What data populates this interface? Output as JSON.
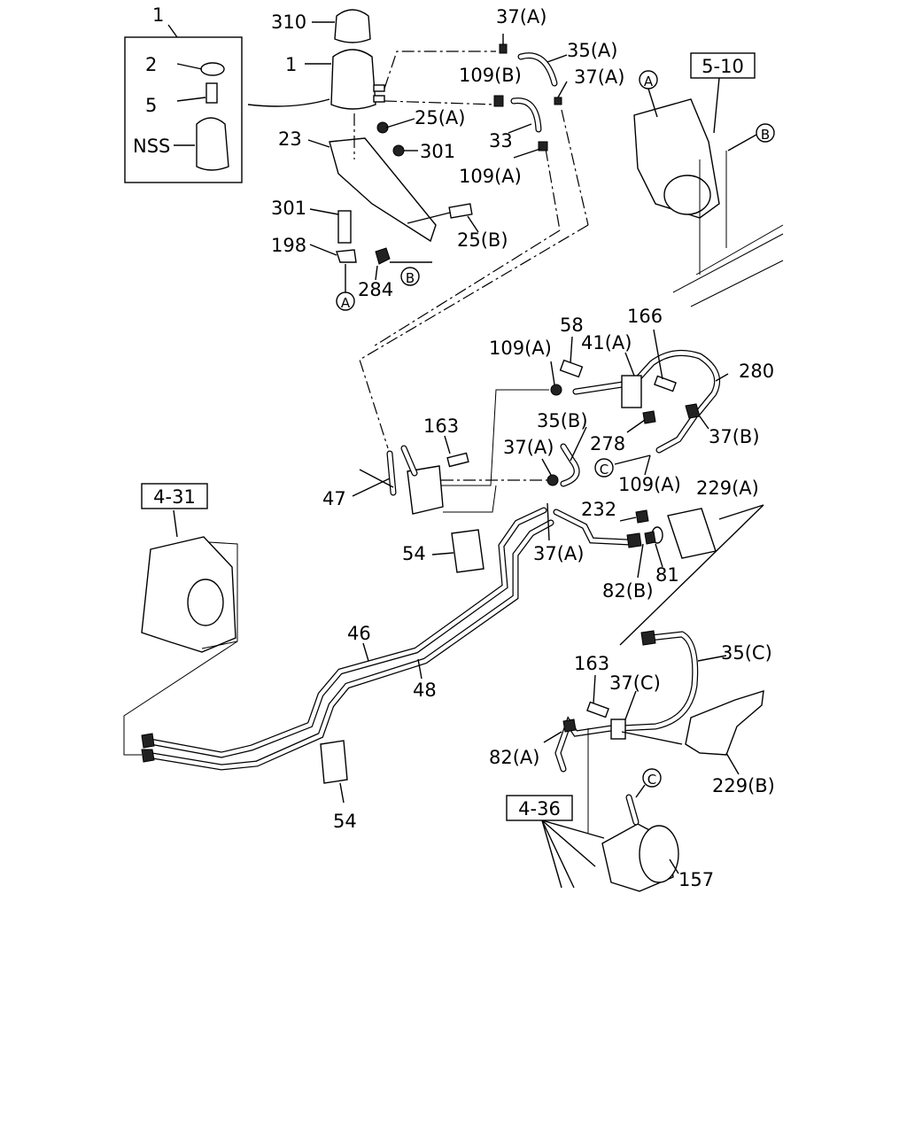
{
  "diagram": {
    "callouts": [
      {
        "id": "c1_top",
        "text": "1"
      },
      {
        "id": "c2",
        "text": "2"
      },
      {
        "id": "c5",
        "text": "5"
      },
      {
        "id": "cnss",
        "text": "NSS"
      },
      {
        "id": "c310",
        "text": "310"
      },
      {
        "id": "c1_res",
        "text": "1"
      },
      {
        "id": "c37a_1",
        "text": "37(A)"
      },
      {
        "id": "c35a",
        "text": "35(A)"
      },
      {
        "id": "c109b",
        "text": "109(B)"
      },
      {
        "id": "c37a_2",
        "text": "37(A)"
      },
      {
        "id": "c25a",
        "text": "25(A)"
      },
      {
        "id": "c23",
        "text": "23"
      },
      {
        "id": "c301_1",
        "text": "301"
      },
      {
        "id": "c33",
        "text": "33"
      },
      {
        "id": "c109a_1",
        "text": "109(A)"
      },
      {
        "id": "c301_2",
        "text": "301"
      },
      {
        "id": "c25b",
        "text": "25(B)"
      },
      {
        "id": "c198",
        "text": "198"
      },
      {
        "id": "c284",
        "text": "284"
      },
      {
        "id": "c58",
        "text": "58"
      },
      {
        "id": "c166",
        "text": "166"
      },
      {
        "id": "c109a_2",
        "text": "109(A)"
      },
      {
        "id": "c41a",
        "text": "41(A)"
      },
      {
        "id": "c280",
        "text": "280"
      },
      {
        "id": "c35b",
        "text": "35(B)"
      },
      {
        "id": "c278",
        "text": "278"
      },
      {
        "id": "c37b",
        "text": "37(B)"
      },
      {
        "id": "c163_1",
        "text": "163"
      },
      {
        "id": "c37a_3",
        "text": "37(A)"
      },
      {
        "id": "c109a_3",
        "text": "109(A)"
      },
      {
        "id": "c229a",
        "text": "229(A)"
      },
      {
        "id": "c47",
        "text": "47"
      },
      {
        "id": "c232",
        "text": "232"
      },
      {
        "id": "c54_1",
        "text": "54"
      },
      {
        "id": "c37a_4",
        "text": "37(A)"
      },
      {
        "id": "c82b",
        "text": "82(B)"
      },
      {
        "id": "c81",
        "text": "81"
      },
      {
        "id": "c46",
        "text": "46"
      },
      {
        "id": "c48",
        "text": "48"
      },
      {
        "id": "c163_2",
        "text": "163"
      },
      {
        "id": "c35c",
        "text": "35(C)"
      },
      {
        "id": "c37c",
        "text": "37(C)"
      },
      {
        "id": "c82a",
        "text": "82(A)"
      },
      {
        "id": "c229b",
        "text": "229(B)"
      },
      {
        "id": "c54_2",
        "text": "54"
      },
      {
        "id": "c157",
        "text": "157"
      }
    ],
    "refs": [
      {
        "id": "r510",
        "text": "5-10"
      },
      {
        "id": "r431",
        "text": "4-31"
      },
      {
        "id": "r436",
        "text": "4-36"
      }
    ],
    "markers": [
      {
        "id": "mA_top",
        "text": "A"
      },
      {
        "id": "mB_top",
        "text": "B"
      },
      {
        "id": "mA_low",
        "text": "A"
      },
      {
        "id": "mB_low",
        "text": "B"
      },
      {
        "id": "mC_mid",
        "text": "C"
      },
      {
        "id": "mC_pump",
        "text": "C"
      }
    ]
  }
}
